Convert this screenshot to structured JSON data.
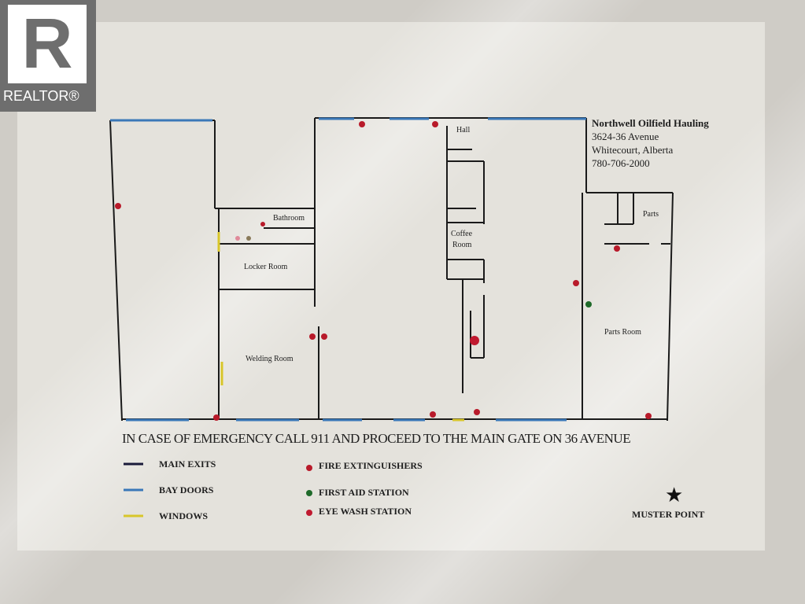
{
  "logo": {
    "text": "REALTOR®"
  },
  "company": {
    "name": "Northwell Oilfield Hauling",
    "street": "3624-36 Avenue",
    "city": "Whitecourt, Alberta",
    "phone": "780-706-2000"
  },
  "rooms": {
    "hall": "Hall",
    "bathroom": "Bathroom",
    "coffee_room_1": "Coffee",
    "coffee_room_2": "Room",
    "locker_room": "Locker Room",
    "welding_room": "Welding Room",
    "parts": "Parts",
    "parts_room": "Parts Room"
  },
  "emergency_notice": "IN CASE OF EMERGENCY CALL 911 AND PROCEED TO THE MAIN GATE ON 36 AVENUE",
  "legend": {
    "main_exits": "MAIN EXITS",
    "bay_doors": "BAY DOORS",
    "windows": "WINDOWS",
    "fire_extinguishers": "FIRE EXTINGUISHERS",
    "first_aid": "FIRST AID STATION",
    "eye_wash": "EYE WASH STATION",
    "muster_point": "MUSTER POINT"
  },
  "colors": {
    "main_exit": "#1a1a3a",
    "bay_door": "#3a78b8",
    "window": "#d8c62a",
    "fire": "#b81a2a",
    "first_aid": "#1f6a2a",
    "eye_wash": "#c01a30"
  }
}
